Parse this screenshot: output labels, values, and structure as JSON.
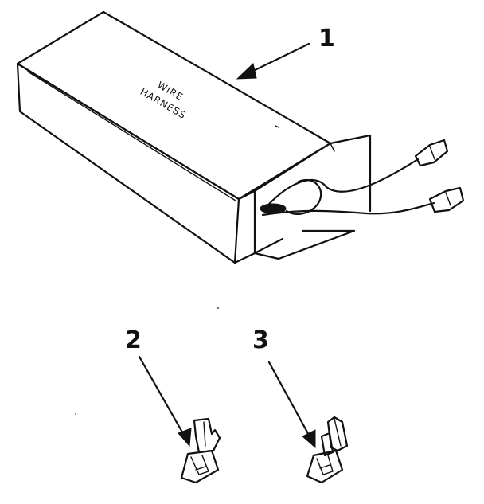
{
  "callouts": {
    "item1": "1",
    "item2": "2",
    "item3": "3"
  },
  "box_label": {
    "line1": "WIRE",
    "line2": "HARNESS"
  },
  "colors": {
    "ink": "#111111",
    "background": "#ffffff"
  }
}
